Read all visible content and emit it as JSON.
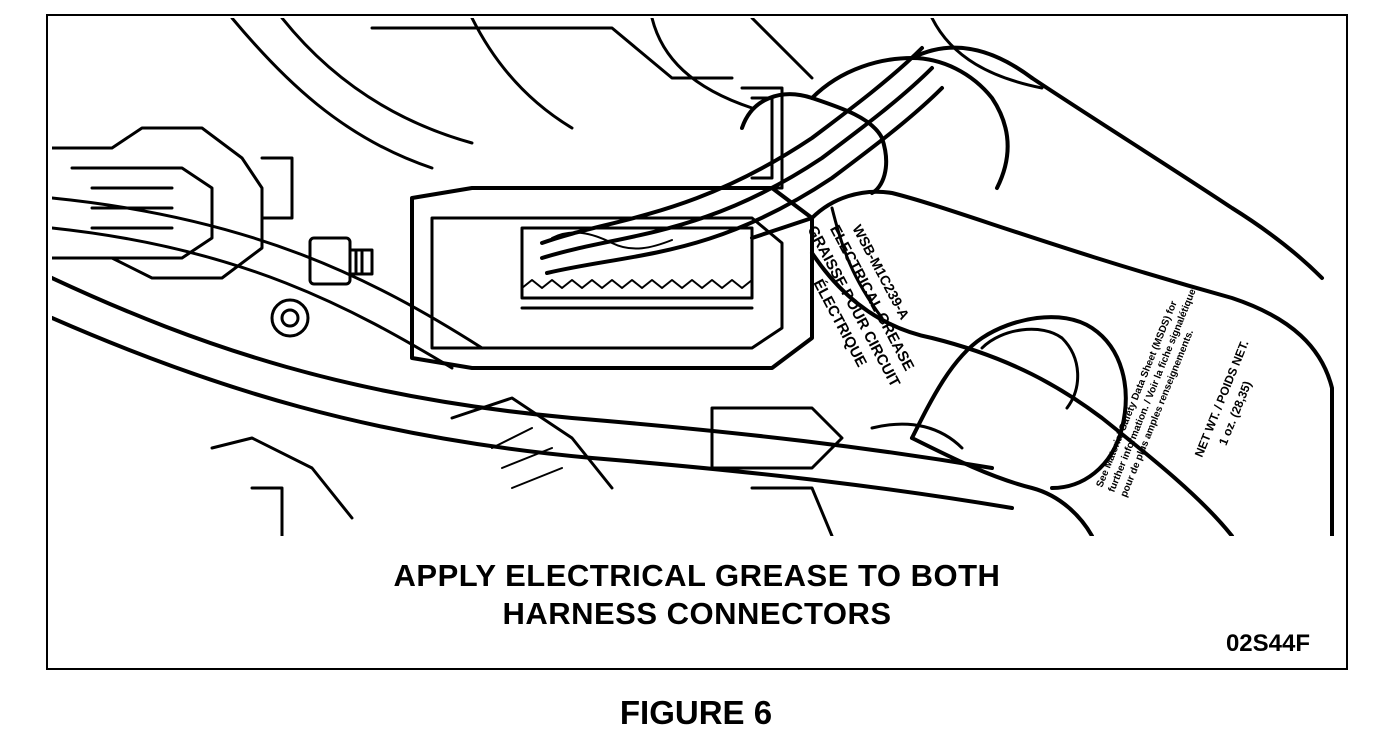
{
  "figure": {
    "caption_line1": "APPLY ELECTRICAL GREASE TO BOTH",
    "caption_line2": "HARNESS  CONNECTORS",
    "code": "02S44F",
    "label": "FIGURE 6"
  },
  "tube": {
    "part_number": "WSB-M1C239-A",
    "name_en": "ELECTRICAL GREASE",
    "name_fr_1": "GRAISSE POUR CIRCUIT",
    "name_fr_2": "ÉLECTRIQUE",
    "msds_1": "See Material Safety Data Sheet (MSDS) for",
    "msds_2": "further information. / Voir la fiche signalétique",
    "msds_3": "pour de plus amples renseignements.",
    "net_weight_1": "NET WT. / POIDS NET.",
    "net_weight_2": "1 oz. (28,35)"
  },
  "colors": {
    "line": "#000000",
    "background": "#ffffff"
  }
}
